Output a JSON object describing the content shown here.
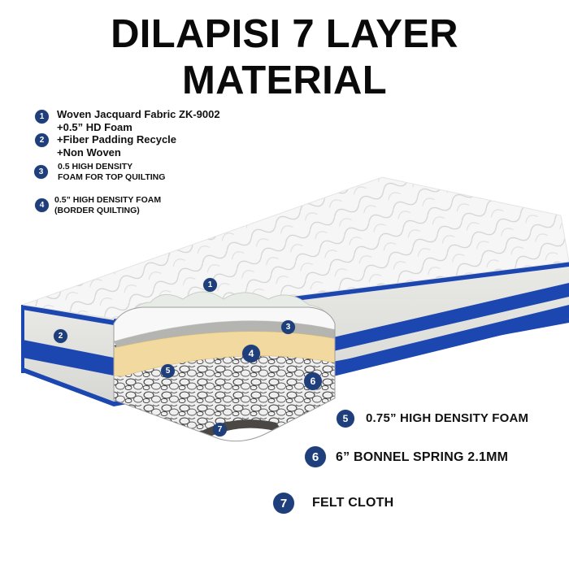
{
  "title": {
    "line1": "DILAPISI 7 LAYER",
    "line2": "MATERIAL"
  },
  "colors": {
    "badge": "#1f3f7c",
    "accent_blue": "#1d47b0",
    "foam_yellow": "#f2d9a0",
    "foam_gray": "#b4b4b0",
    "felt_dark": "#4a4744",
    "text": "#111111"
  },
  "legend_left": [
    {
      "number": "1",
      "lines": [
        "Woven Jacquard Fabric ZK-9002",
        "+0.5” HD Foam"
      ]
    },
    {
      "number": "2",
      "lines": [
        "+Fiber Padding Recycle",
        "+Non Woven"
      ]
    },
    {
      "number": "3",
      "lines": [
        "0.5 HIGH DENSITY",
        "FOAM FOR TOP QUILTING"
      ]
    },
    {
      "number": "4",
      "lines": [
        "0.5” HIGH DENSITY FOAM",
        "(BORDER QUILTING)"
      ]
    }
  ],
  "legend_right": [
    {
      "number": "5",
      "label": "0.75” HIGH DENSITY FOAM"
    },
    {
      "number": "6",
      "label": "6” BONNEL SPRING 2.1MM"
    },
    {
      "number": "7",
      "label": "FELT CLOTH"
    }
  ],
  "diagram_markers": [
    {
      "number": "1",
      "layer": "top-fabric"
    },
    {
      "number": "2",
      "layer": "border-side"
    },
    {
      "number": "3",
      "layer": "top-quilting-foam"
    },
    {
      "number": "4",
      "layer": "border-foam"
    },
    {
      "number": "5",
      "layer": "hd-foam"
    },
    {
      "number": "6",
      "layer": "bonnel-spring"
    },
    {
      "number": "7",
      "layer": "felt-cloth"
    }
  ]
}
